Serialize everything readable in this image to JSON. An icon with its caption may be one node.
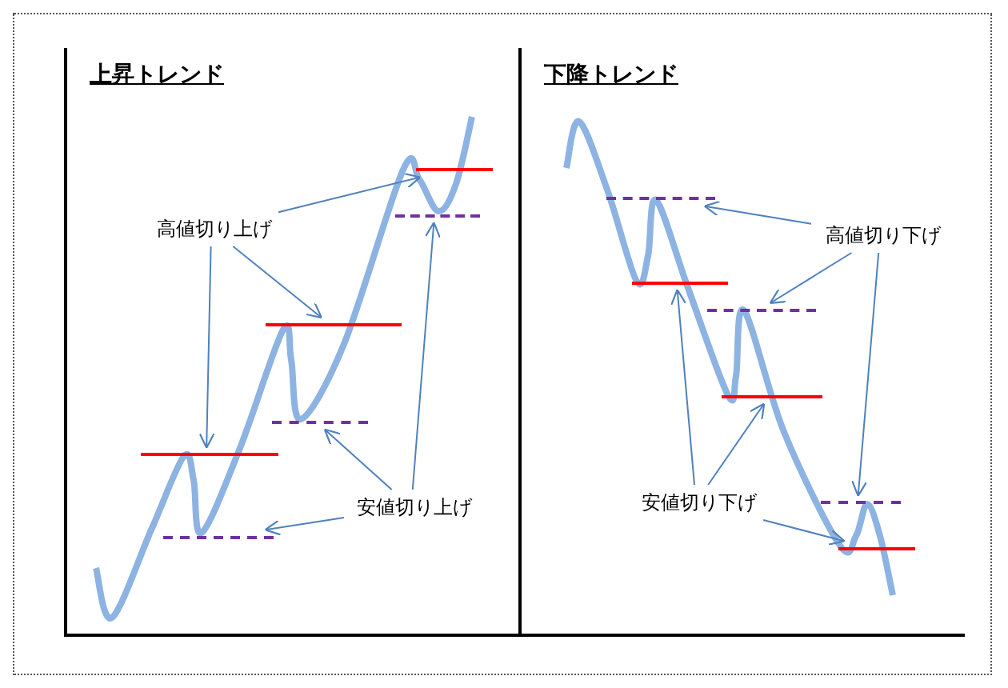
{
  "diagram": {
    "nodes": [
      {
        "text": [
          "上昇トレンド"
        ]
      },
      {
        "text": [
          "下降トレンド"
        ]
      },
      {
        "text": [
          "高値切り上げ"
        ],
        "in": 0
      },
      {
        "text": [],
        "shape": "line",
        "in": 0
      },
      {
        "text": [],
        "shape": "line",
        "in": 0
      },
      {
        "text": [],
        "shape": "line",
        "in": 0
      },
      {
        "text": [],
        "shape": "line",
        "in": 0
      },
      {
        "text": [],
        "shape": "line",
        "in": 0
      },
      {
        "text": [],
        "shape": "line",
        "in": 0
      },
      {
        "text": [
          "安値切り上げ"
        ],
        "in": 0
      },
      {
        "text": [],
        "shape": "line",
        "in": 1
      },
      {
        "text": [
          "高値切り下げ"
        ],
        "in": 1
      },
      {
        "text": [],
        "shape": "line",
        "in": 1
      },
      {
        "text": [],
        "shape": "line",
        "in": 1
      },
      {
        "text": [],
        "shape": "line",
        "in": 1
      },
      {
        "text": [],
        "shape": "line",
        "in": 1
      },
      {
        "text": [
          "安値切り下げ"
        ],
        "in": 1
      },
      {
        "text": [],
        "shape": "line",
        "in": 1
      }
    ],
    "edges": [
      {
        "from": 2,
        "to": 3,
        "arrow": "to"
      },
      {
        "from": 2,
        "to": 5,
        "arrow": "to"
      },
      {
        "from": 2,
        "to": 7,
        "arrow": "to"
      },
      {
        "from": 9,
        "to": 4,
        "arrow": "to"
      },
      {
        "from": 9,
        "to": 6,
        "arrow": "to"
      },
      {
        "from": 9,
        "to": 8,
        "arrow": "to"
      },
      {
        "from": 11,
        "to": 10,
        "arrow": "to"
      },
      {
        "from": 11,
        "to": 13,
        "arrow": "to"
      },
      {
        "from": 11,
        "to": 15,
        "arrow": "to"
      },
      {
        "from": 16,
        "to": 12,
        "arrow": "to"
      },
      {
        "from": 16,
        "to": 14,
        "arrow": "to"
      },
      {
        "from": 16,
        "to": 17,
        "arrow": "to"
      }
    ]
  }
}
